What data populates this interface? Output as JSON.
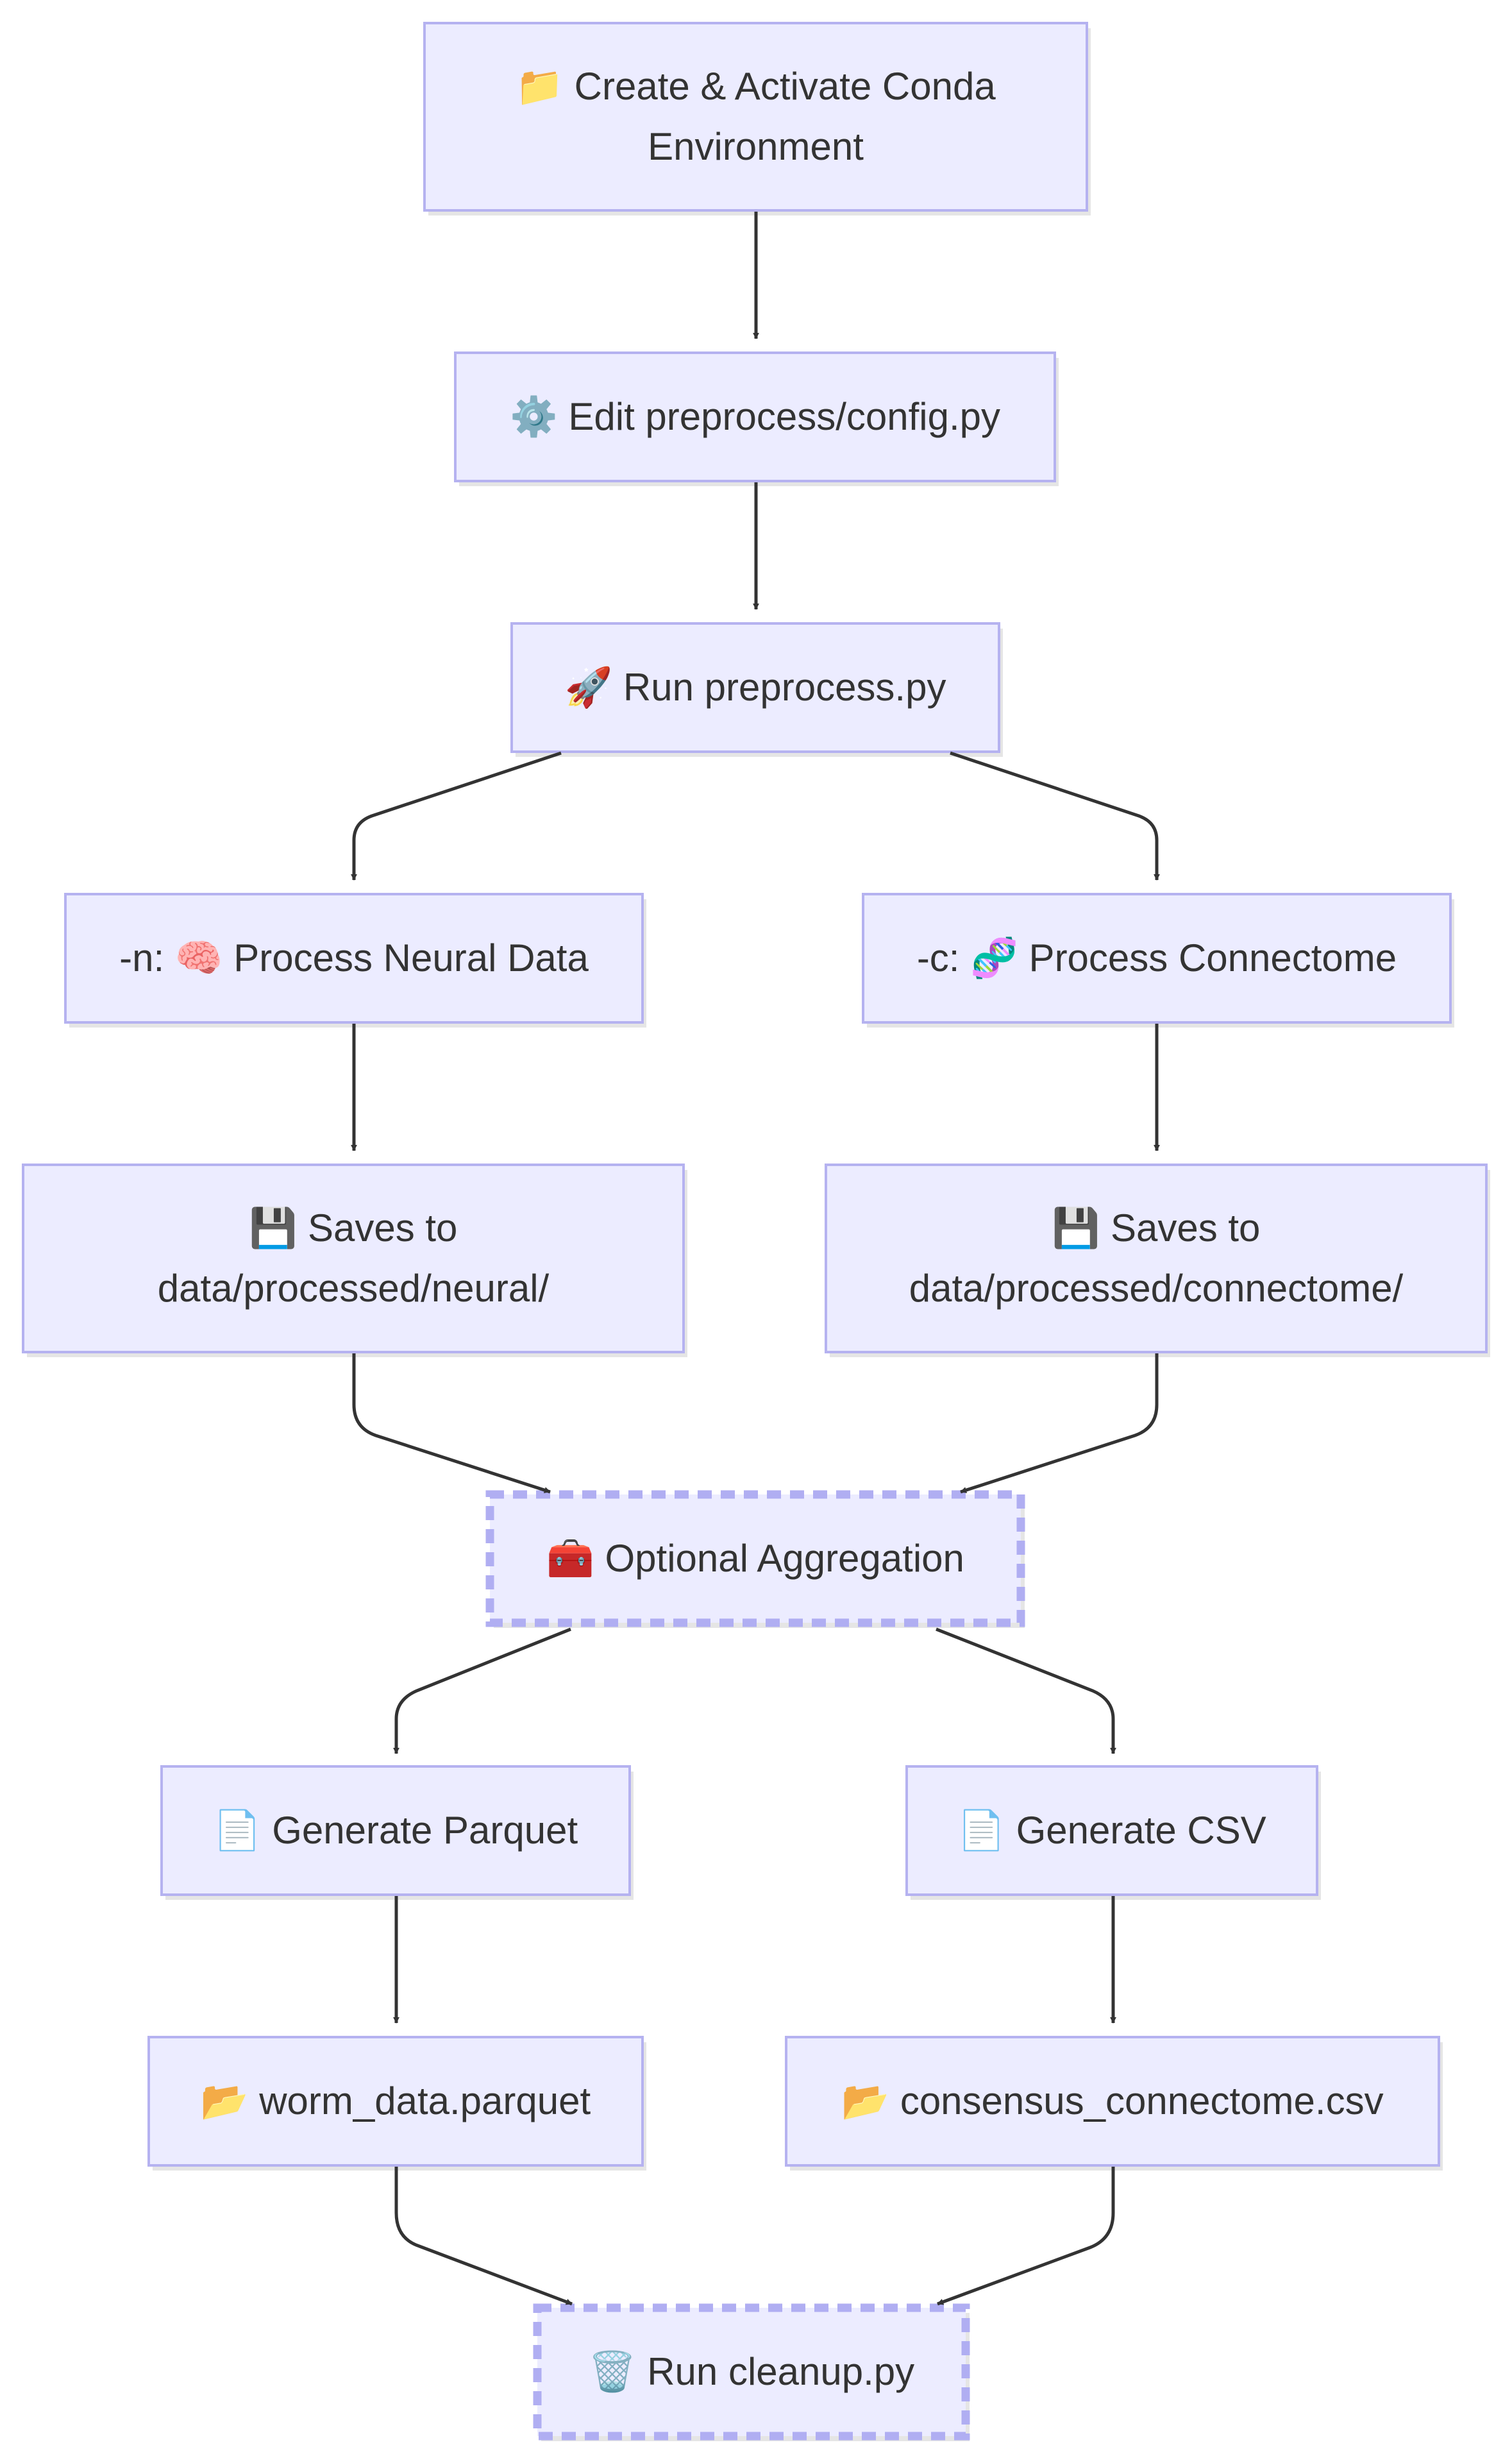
{
  "nodes": {
    "create_env": {
      "icon": "📁",
      "line1": "Create & Activate Conda",
      "line2": "Environment"
    },
    "edit_config": {
      "icon": "⚙️",
      "text": "Edit preprocess/config.py"
    },
    "run_preprocess": {
      "icon": "🚀",
      "text": "Run preprocess.py"
    },
    "process_neural": {
      "prefix": "-n:",
      "icon": "🧠",
      "text": "Process Neural Data"
    },
    "process_connectome": {
      "prefix": "-c:",
      "icon": "🧬",
      "text": "Process Connectome"
    },
    "saves_neural": {
      "icon": "💾",
      "line1": "Saves to",
      "line2": "data/processed/neural/"
    },
    "saves_connectome": {
      "icon": "💾",
      "line1": "Saves to",
      "line2": "data/processed/connectome/"
    },
    "optional_aggregation": {
      "icon": "🧰",
      "text": "Optional Aggregation"
    },
    "generate_parquet": {
      "icon": "📄",
      "text": "Generate Parquet"
    },
    "generate_csv": {
      "icon": "📄",
      "text": "Generate CSV"
    },
    "worm_data": {
      "icon": "📂",
      "text": "worm_data.parquet"
    },
    "consensus_connectome": {
      "icon": "📂",
      "text": "consensus_connectome.csv"
    },
    "run_cleanup": {
      "icon": "🗑️",
      "text": "Run cleanup.py"
    }
  },
  "colors": {
    "node_fill": "#ECECFF",
    "node_border": "#B5B2F0",
    "dashed_border": "#B0AEF2",
    "edge": "#333333",
    "text": "#333333"
  }
}
